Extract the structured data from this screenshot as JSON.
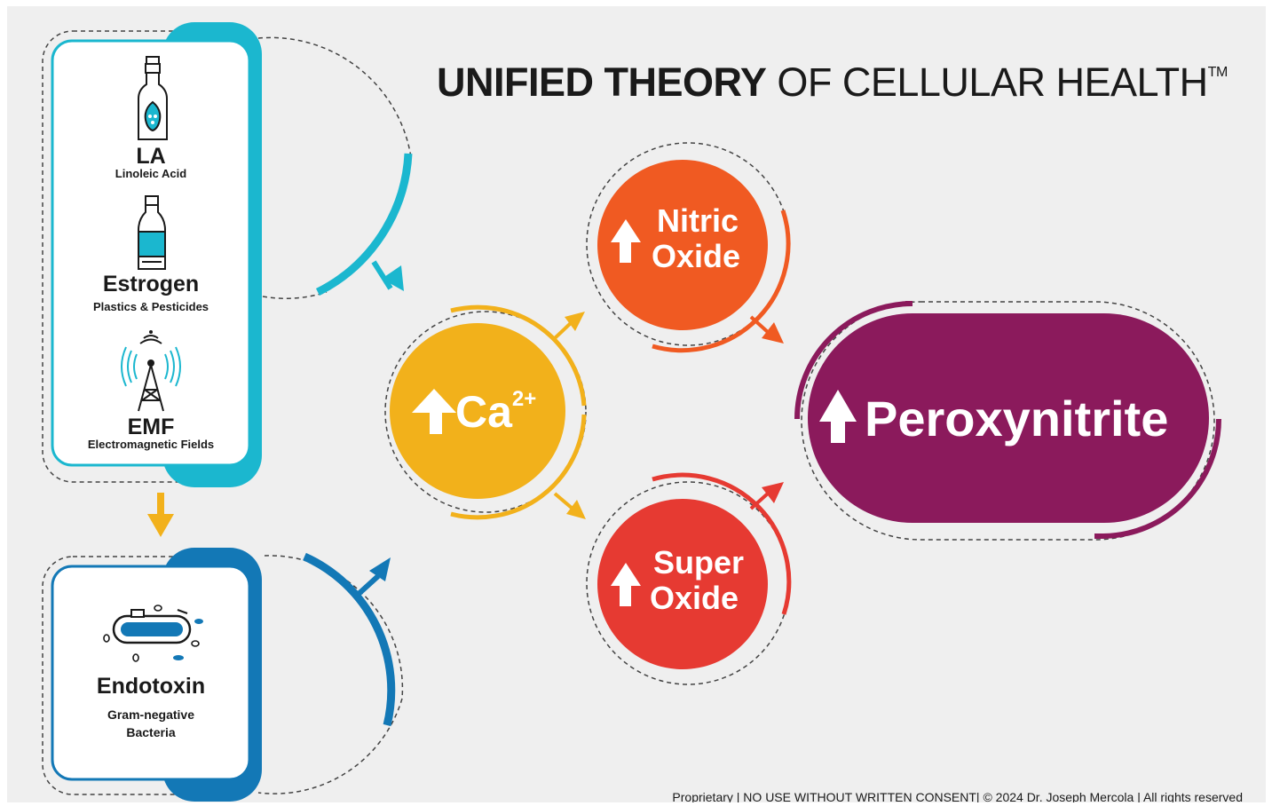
{
  "title": {
    "bold": "UNIFIED THEORY",
    "rest": " OF CELLULAR HEALTH",
    "trademark": "TM"
  },
  "sources": [
    {
      "name": "LA",
      "subtitle": "Linoleic Acid",
      "icon": "oil-bottle-icon"
    },
    {
      "name": "Estrogen",
      "subtitle": "Plastics & Pesticides",
      "icon": "plastic-bottle-icon"
    },
    {
      "name": "EMF",
      "subtitle": "Electromagnetic Fields",
      "icon": "cell-tower-icon"
    }
  ],
  "endotoxin": {
    "name": "Endotoxin",
    "subtitle_line1": "Gram-negative",
    "subtitle_line2": "Bacteria",
    "icon": "bacteria-icon"
  },
  "nodes": {
    "calcium": {
      "label": "Ca",
      "superscript": "2+",
      "color": "#f2b11b",
      "icon": "up-arrow-icon"
    },
    "nitric_oxide": {
      "line1": "Nitric",
      "line2": "Oxide",
      "color": "#f05a22",
      "icon": "up-arrow-icon"
    },
    "super_oxide": {
      "line1": "Super",
      "line2": "Oxide",
      "color": "#e63a32",
      "icon": "up-arrow-icon"
    },
    "peroxynitrite": {
      "label": "Peroxynitrite",
      "color": "#8b1a5c",
      "icon": "up-arrow-icon"
    }
  },
  "colors": {
    "background": "#efefef",
    "cyan": "#1bb7cf",
    "blue": "#1378b6",
    "yellow": "#f2b11b",
    "orange": "#f05a22",
    "red": "#e63a32",
    "purple": "#8b1a5c"
  },
  "footer": "Proprietary | NO USE WITHOUT WRITTEN CONSENT| © 2024 Dr. Joseph Mercola | All rights reserved"
}
